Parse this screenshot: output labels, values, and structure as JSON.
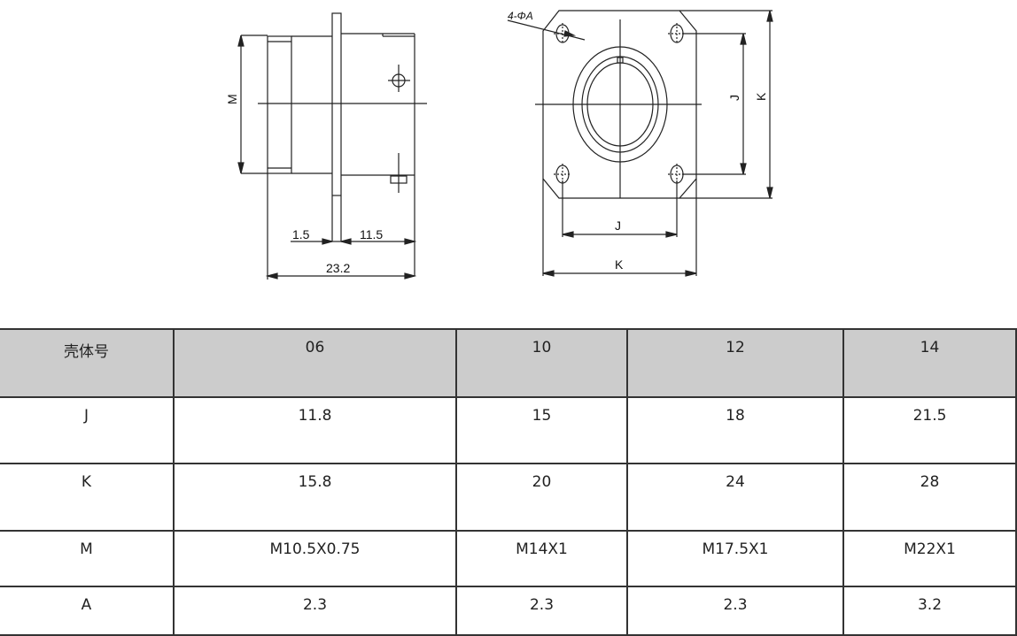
{
  "drawing": {
    "side_view": {
      "labels": {
        "M": "M",
        "flange_thickness": "1.5",
        "rear_length": "11.5",
        "total_length": "23.2"
      }
    },
    "front_view": {
      "labels": {
        "holes": "4-ΦA",
        "J_vertical": "J",
        "K_vertical": "K",
        "J_horizontal": "J",
        "K_horizontal": "K"
      }
    }
  },
  "table": {
    "header": [
      "壳体号",
      "06",
      "10",
      "12",
      "14"
    ],
    "rows": [
      [
        "J",
        "11.8",
        "15",
        "18",
        "21.5"
      ],
      [
        "K",
        "15.8",
        "20",
        "24",
        "28"
      ],
      [
        "M",
        "M10.5X0.75",
        "M14X1",
        "M17.5X1",
        "M22X1"
      ],
      [
        "A",
        "2.3",
        "2.3",
        "2.3",
        "3.2"
      ]
    ]
  }
}
